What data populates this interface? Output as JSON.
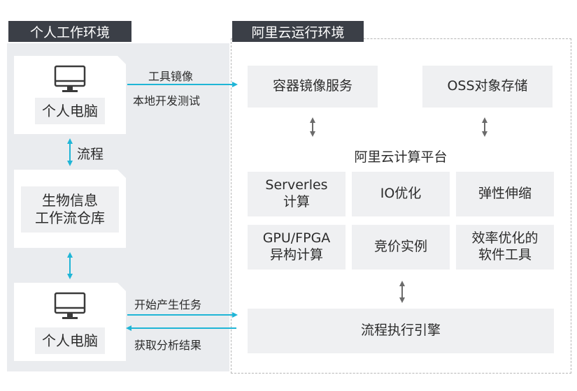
{
  "left_section": {
    "title": "个人工作环境"
  },
  "right_section": {
    "title": "阿里云运行环境"
  },
  "pc_top": {
    "label": "个人电脑",
    "icon": "monitor-icon"
  },
  "workflow_repo": {
    "line1": "生物信息",
    "line2": "工作流仓库"
  },
  "pc_bottom": {
    "label": "个人电脑",
    "icon": "monitor-icon"
  },
  "flow_label": "流程",
  "connectors": {
    "image_top": "工具镜像",
    "image_bottom": "本地开发测试",
    "task_top": "开始产生任务",
    "task_bottom": "获取分析结果"
  },
  "container_service": "容器镜像服务",
  "oss_storage": "OSS对象存储",
  "compute_platform": {
    "title": "阿里云计算平台",
    "cells": [
      {
        "line1": "Serverles",
        "line2": "计算"
      },
      {
        "line1": "IO优化",
        "line2": ""
      },
      {
        "line1": "弹性伸缩",
        "line2": ""
      },
      {
        "line1": "GPU/FPGA",
        "line2": "异构计算"
      },
      {
        "line1": "竞价实例",
        "line2": ""
      },
      {
        "line1": "效率优化的",
        "line2": "软件工具"
      }
    ]
  },
  "engine": "流程执行引擎",
  "colors": {
    "tab_bg": "#3b3f47",
    "panel_bg": "#eaecef",
    "accent": "#1fb5d6",
    "arrow_gray": "#6b6b6b"
  }
}
